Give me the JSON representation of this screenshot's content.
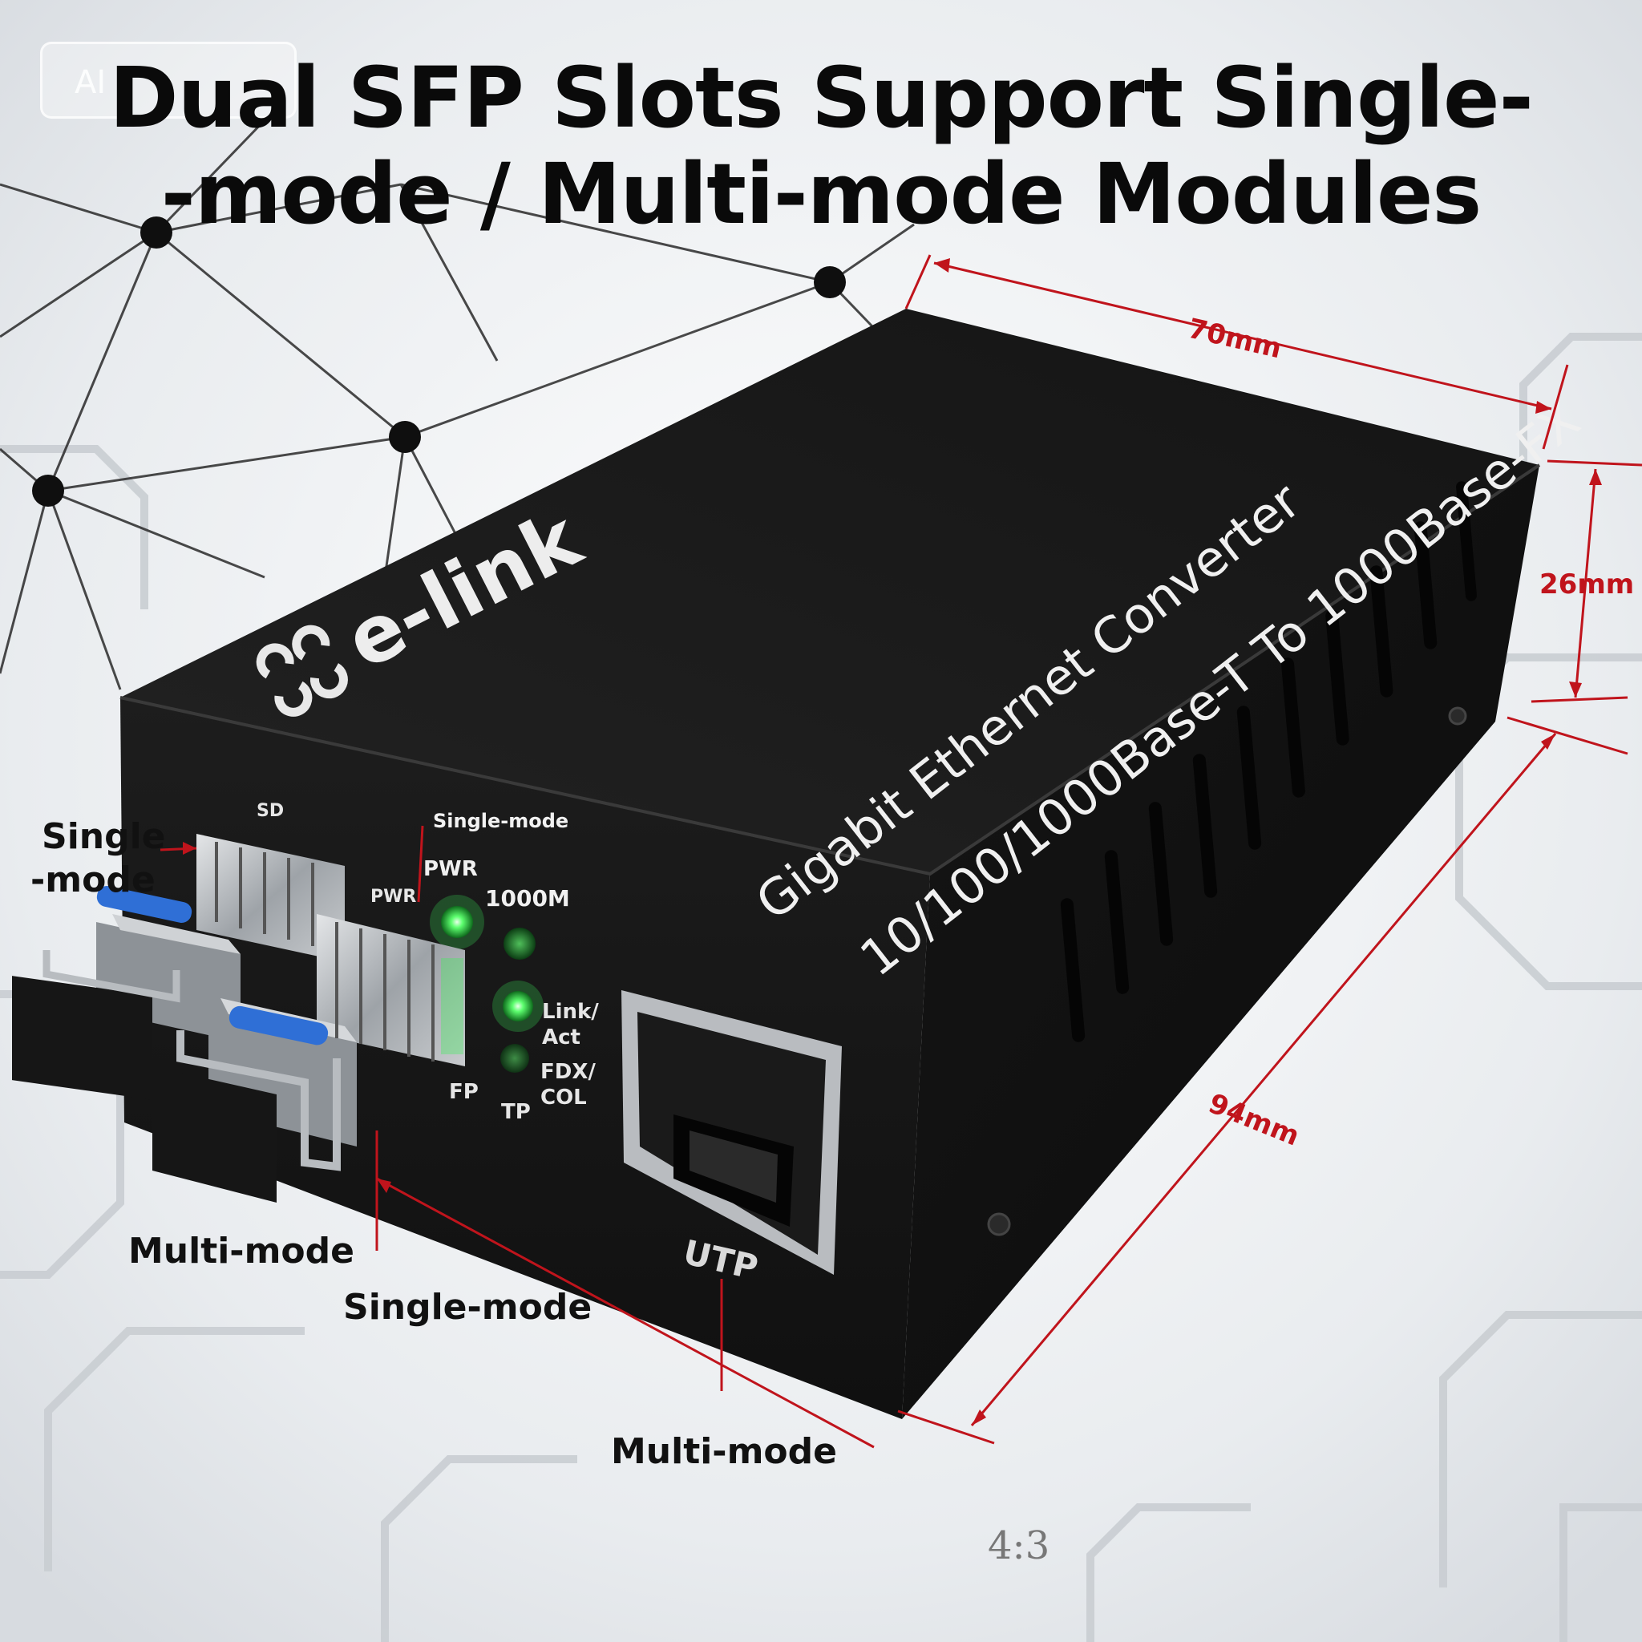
{
  "headline": {
    "line1": "Dual SFP Slots Support Single-",
    "line2": "-mode / Multi-mode Modules"
  },
  "watermark_text": "AI",
  "product": {
    "brand": "e-link",
    "model_line1": "Gigabit Ethernet Converter",
    "model_line2": "10/100/1000Base-T To 1000Base-FX",
    "port_label": "UTP",
    "slot_label_left": "SD",
    "slot_label_mid": "Single-mode",
    "led_labels": {
      "pwr_left": "PWR",
      "pwr": "PWR",
      "speed": "1000M",
      "link": "Link/\nAct",
      "link_l1": "Link/",
      "link_l2": "Act",
      "fdx_l1": "FDX/",
      "fdx_l2": "COL",
      "fp": "FP",
      "tp": "TP"
    },
    "led_colors": {
      "on": "#3df05a",
      "dim": "#1e7a2e"
    }
  },
  "dimensions": {
    "width": "70mm",
    "height": "26mm",
    "length": "94mm"
  },
  "callouts": {
    "single_mode_top_l1": "Single",
    "single_mode_top_l2": "-mode",
    "multi_mode_left": "Multi-mode",
    "single_mode_bottom": "Single-mode",
    "multi_mode_bottom": "Multi-mode"
  },
  "aspect_ratio": "4:3",
  "colors": {
    "dimension_red": "#c0141c",
    "device_black": "#1b1b1b",
    "fiber_blue": "#2f6fd6"
  }
}
